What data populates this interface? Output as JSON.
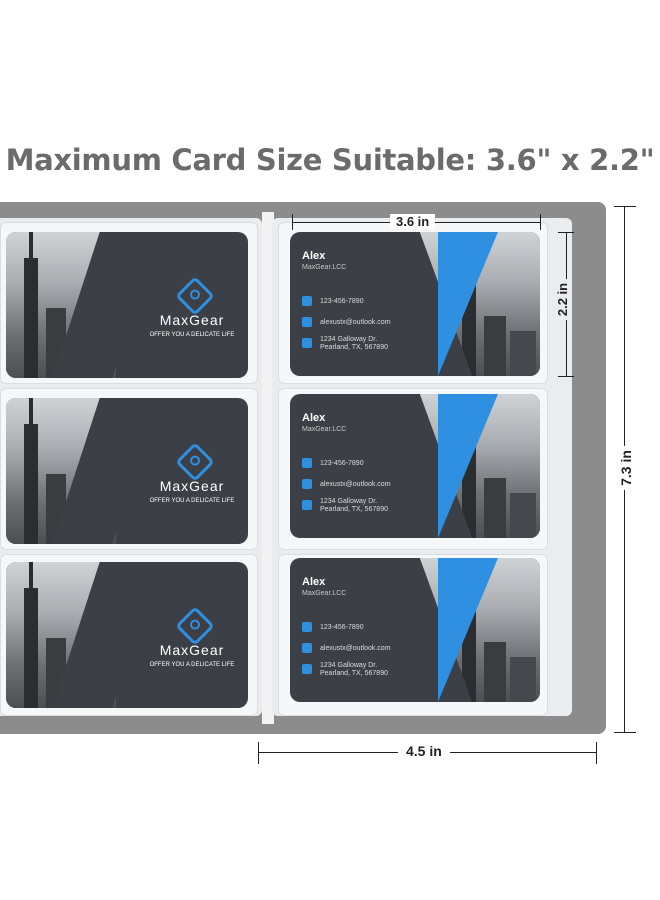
{
  "headline": "Maximum Card Size Suitable: 3.6\" x 2.2\"",
  "dimensions": {
    "card_width": "3.6 in",
    "card_height": "2.2 in",
    "album_height": "7.3 in",
    "album_width": "4.5 in"
  },
  "card_front": {
    "brand": "MaxGear",
    "tagline": "OFFER YOU A DELICATE LIFE"
  },
  "card_back": {
    "name": "Alex",
    "company": "MaxGear.LCC",
    "phone": "123-456-7890",
    "email": "alexustx@outlook.com",
    "address_line1": "1234 Galloway Dr.",
    "address_line2": "Pearland, TX, 567890"
  },
  "colors": {
    "accent": "#2f8fe0",
    "card_dark": "#3c3f45",
    "album_cover": "#8c8c8c",
    "headline": "#6b6b6b"
  }
}
